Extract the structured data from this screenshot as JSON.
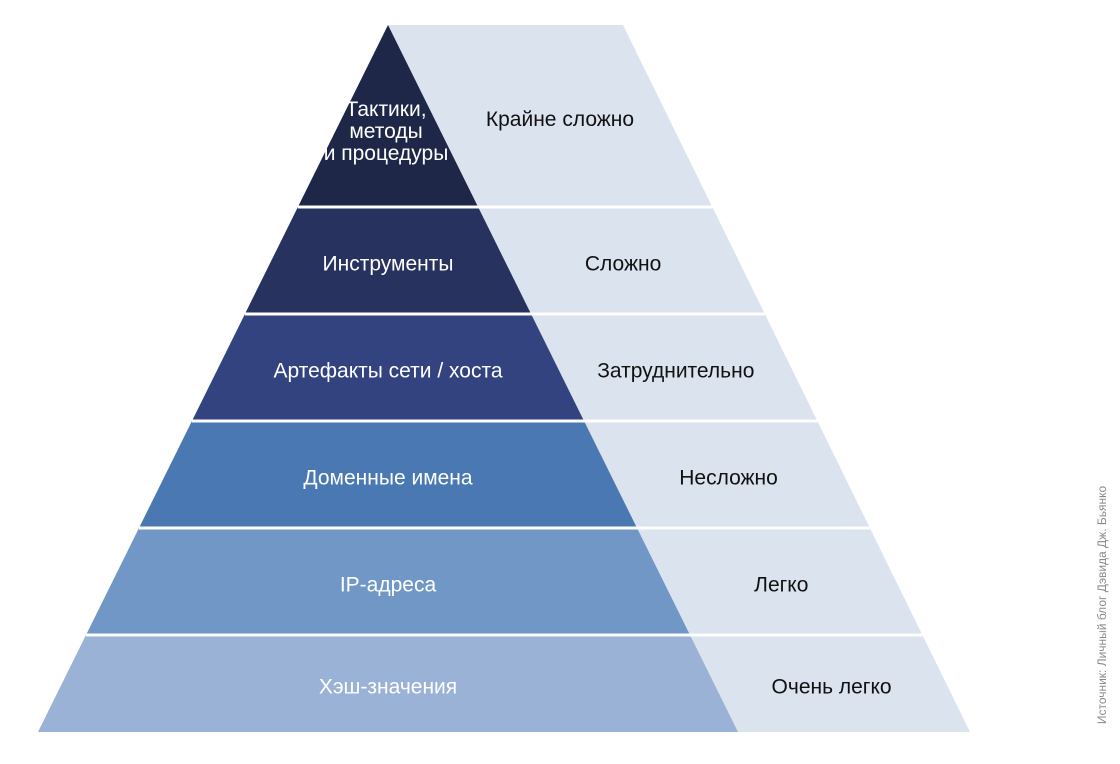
{
  "pyramid": {
    "levels": [
      {
        "name": "Тактики, методы и процедуры",
        "lines": [
          "Тактики,",
          "методы",
          "и процедуры"
        ],
        "difficulty": "Крайне сложно",
        "color": "#1e2747"
      },
      {
        "name": "Инструменты",
        "lines": [
          "Инструменты"
        ],
        "difficulty": "Сложно",
        "color": "#28325f"
      },
      {
        "name": "Артефакты сети / хоста",
        "lines": [
          "Артефакты сети / хоста"
        ],
        "difficulty": "Затруднительно",
        "color": "#33437f"
      },
      {
        "name": "Доменные имена",
        "lines": [
          "Доменные имена"
        ],
        "difficulty": "Несложно",
        "color": "#4a78b3"
      },
      {
        "name": "IP-адреса",
        "lines": [
          "IP-адреса"
        ],
        "difficulty": "Легко",
        "color": "#7097c6"
      },
      {
        "name": "Хэш-значения",
        "lines": [
          "Хэш-значения"
        ],
        "difficulty": "Очень легко",
        "color": "#99b2d6"
      }
    ],
    "background_color": "#dbe3ef"
  },
  "source": "Источник: Личный блог Дэвида Дж. Бьянко"
}
